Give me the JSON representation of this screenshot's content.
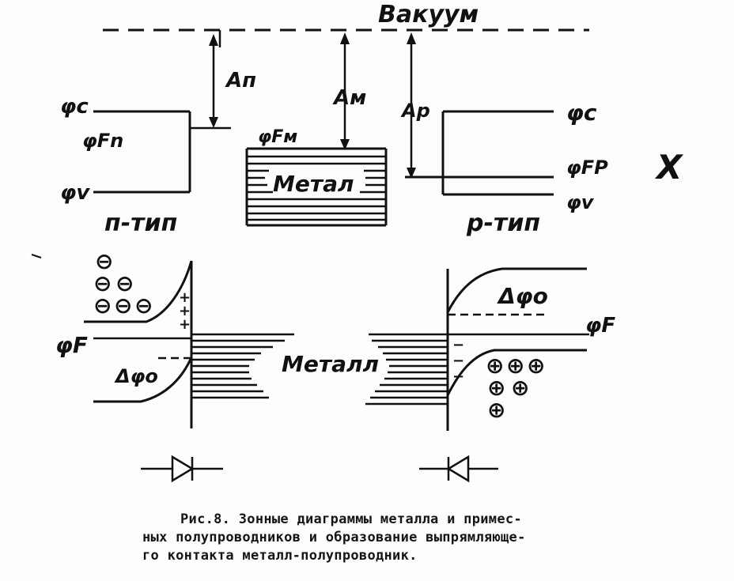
{
  "labels": {
    "vacuum": "Вакуум",
    "a_n": "Aп",
    "a_m": "Aм",
    "a_p": "Ap",
    "phi_c_left": "φc",
    "phi_fn": "φFn",
    "phi_v_left": "φv",
    "phi_fm": "φFм",
    "metal_top": "Метал",
    "phi_c_right": "φc",
    "phi_fp": "φFP",
    "phi_v_right": "φv",
    "n_type": "п-тип",
    "p_type": "p-тип",
    "phi_f_left": "φF",
    "delta_phi_left": "Δφo",
    "metal_bottom": "Металл",
    "delta_phi_right": "Δφo",
    "phi_f_right": "φF",
    "margin_mark": "X"
  },
  "charges": {
    "minus": "⊖",
    "plus_small": "+",
    "minus_small": "−",
    "plus": "⊕"
  },
  "caption": {
    "line1": "Рис.8. Зонные диаграммы металла и примес-",
    "line2": "ных полупроводников и образование выпрямляюще-",
    "line3": "го контакта металл-полупроводник."
  }
}
